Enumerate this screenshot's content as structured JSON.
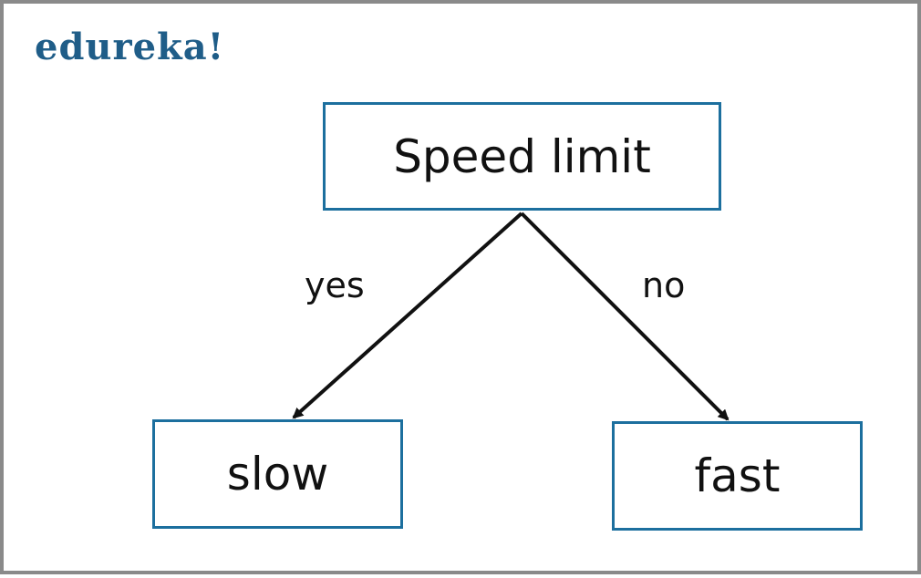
{
  "brand": {
    "logo_text": "edureka!",
    "color": "#1f5d88"
  },
  "diagram": {
    "root": {
      "label": "Speed limit"
    },
    "edges": [
      {
        "label": "yes",
        "to": "slow"
      },
      {
        "label": "no",
        "to": "fast"
      }
    ],
    "leaves": {
      "slow": {
        "label": "slow"
      },
      "fast": {
        "label": "fast"
      }
    },
    "box_border_color": "#1c6f9e",
    "arrow_color": "#111111"
  }
}
